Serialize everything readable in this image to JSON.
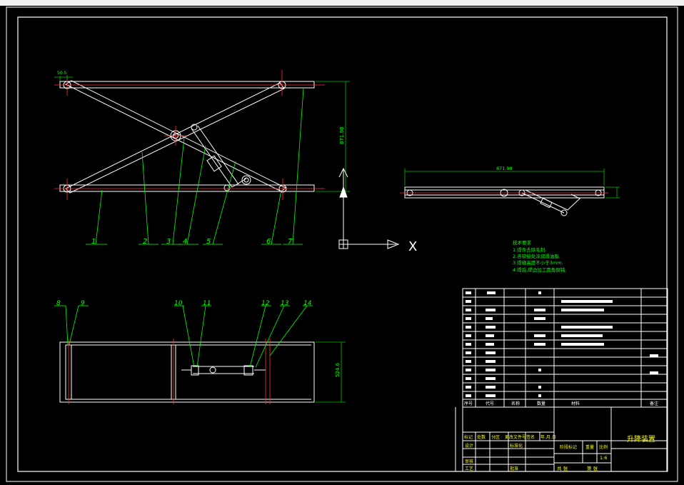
{
  "drawing": {
    "title": "升降装置",
    "scale": "1:6",
    "sheet_total": "共 张",
    "sheet_no": "第 张"
  },
  "balloons": [
    "1",
    "2",
    "3",
    "4",
    "5",
    "6",
    "7",
    "8",
    "9",
    "10",
    "11",
    "12",
    "13",
    "14"
  ],
  "dimensions": {
    "side_view_height": "871.98",
    "lowered_length": "871.98",
    "top_view_width": "524.6"
  },
  "axis": {
    "x_label": "X"
  },
  "tech_notes": [
    "技术要求",
    "1.焊件去除毛刺.",
    "2.各铰接处涂润滑油脂.",
    "3.焊缝高度不小于3mm.",
    "4.焊后,焊边加工圆角倒钝."
  ],
  "title_block": {
    "header": [
      "序号",
      "代号",
      "名称",
      "数量",
      "材料",
      "备注"
    ],
    "process_row": [
      "标记",
      "处数",
      "分区",
      "更改文件号",
      "签名",
      "年.月.日"
    ],
    "stage_labels": [
      "阶段标记",
      "重量",
      "比例"
    ],
    "roles": [
      "设计",
      "标准化",
      "审核",
      "工艺",
      "批准"
    ]
  },
  "colors": {
    "background": "#000000",
    "outline": "#ffffff",
    "leader": "#00ff00",
    "centerline": "#ff3030",
    "dimension": "#00c000",
    "notes": "#00ff00"
  }
}
